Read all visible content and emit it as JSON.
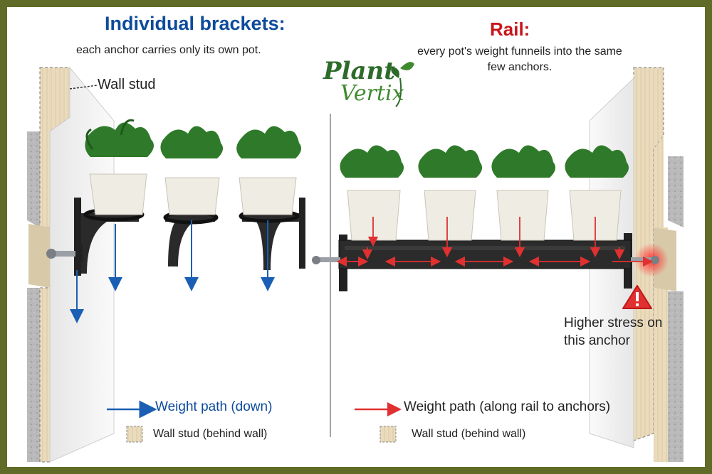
{
  "left": {
    "title": "Individual brackets:",
    "subtitle": "each anchor carries only its own pot.",
    "stud_label": "Wall stud",
    "legend_weight": "Weight path (down)",
    "legend_stud": "Wall stud (behind wall)"
  },
  "right": {
    "title": "Rail:",
    "subtitle": "every pot's weight funneils into the same few anchors.",
    "stress_label": "Higher stress on this anchor",
    "legend_weight": "Weight path (along rail to anchors)",
    "legend_stud": "Wall stud (behind wall)"
  },
  "logo": {
    "line1": "Plant",
    "line2": "Vertix"
  },
  "colors": {
    "blue_arrow": "#1a5fb4",
    "red_arrow": "#e03030",
    "border": "#5f6b26"
  },
  "icons": [
    "warning-icon",
    "plant-icon",
    "bracket-icon",
    "rail-icon",
    "screw-icon"
  ]
}
